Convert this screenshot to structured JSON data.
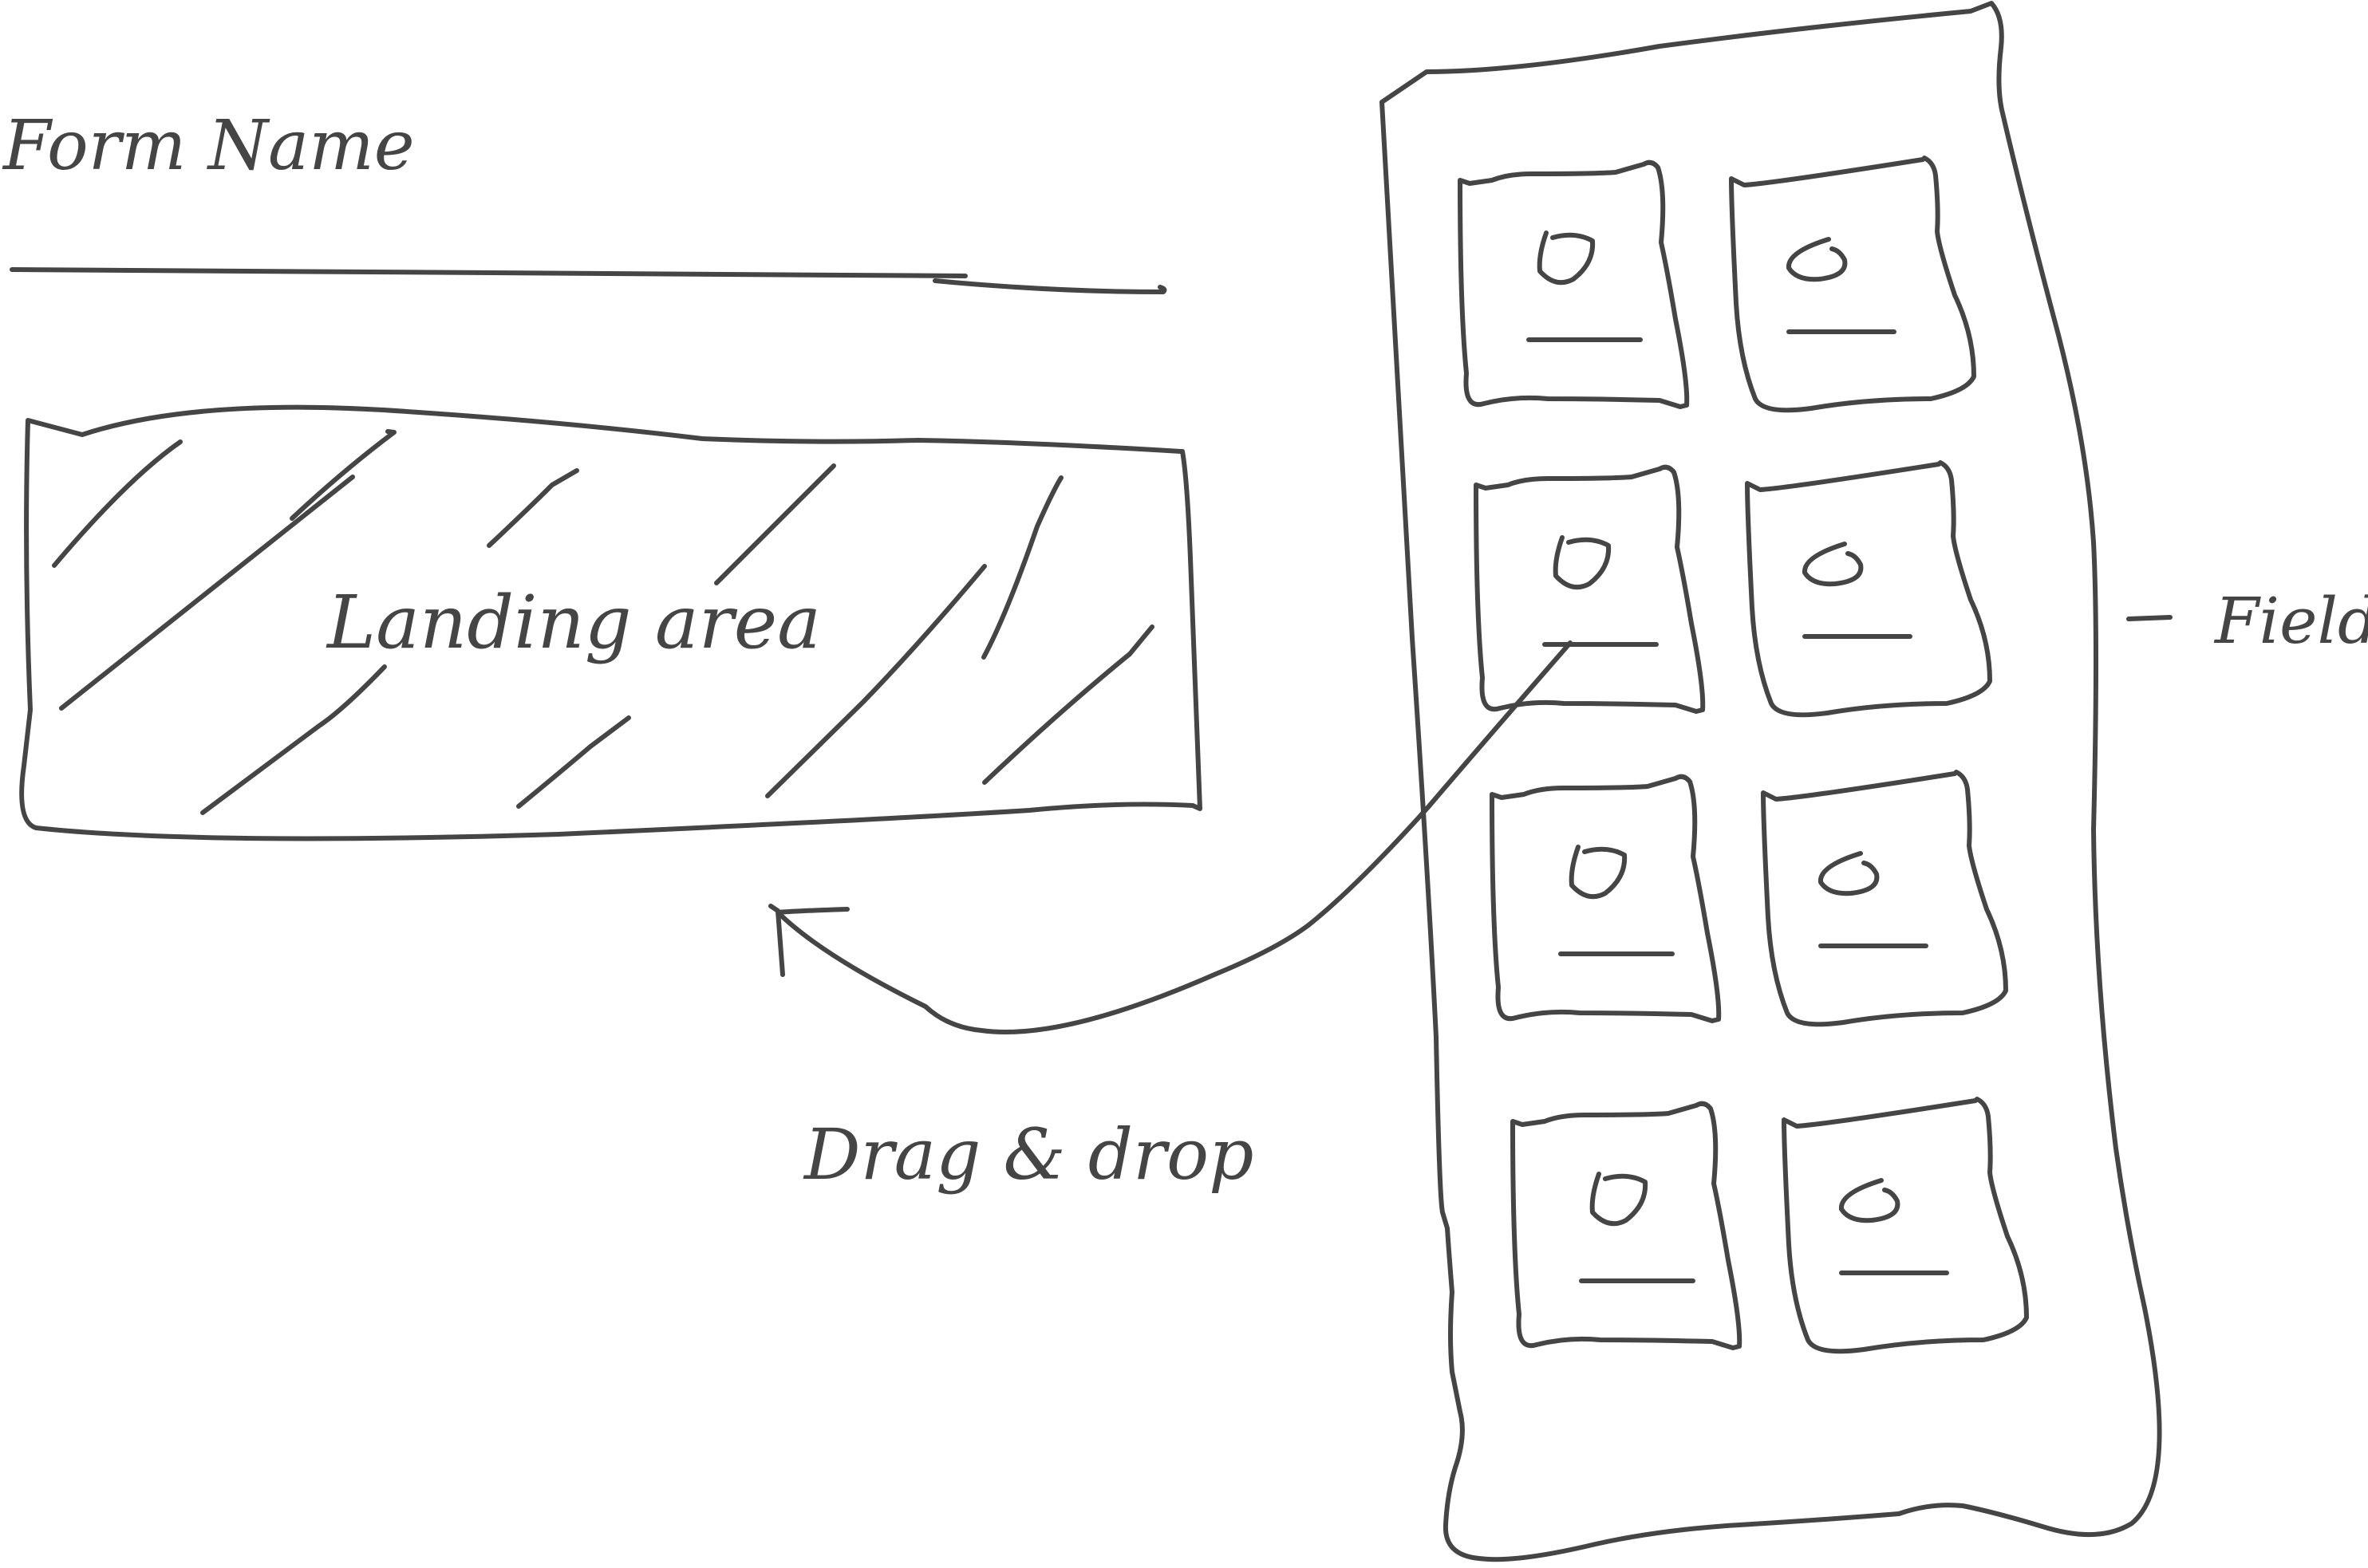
{
  "form": {
    "name_label": "Form Name"
  },
  "landing": {
    "label": "Landing area"
  },
  "annotations": {
    "drag_drop": "Drag & drop",
    "fields": "Fields"
  },
  "fields_panel": {
    "field_count": 8,
    "icon_kinds": [
      "circle",
      "curl"
    ]
  },
  "colors": {
    "ink": "#454545",
    "paper": "#ffffff"
  }
}
